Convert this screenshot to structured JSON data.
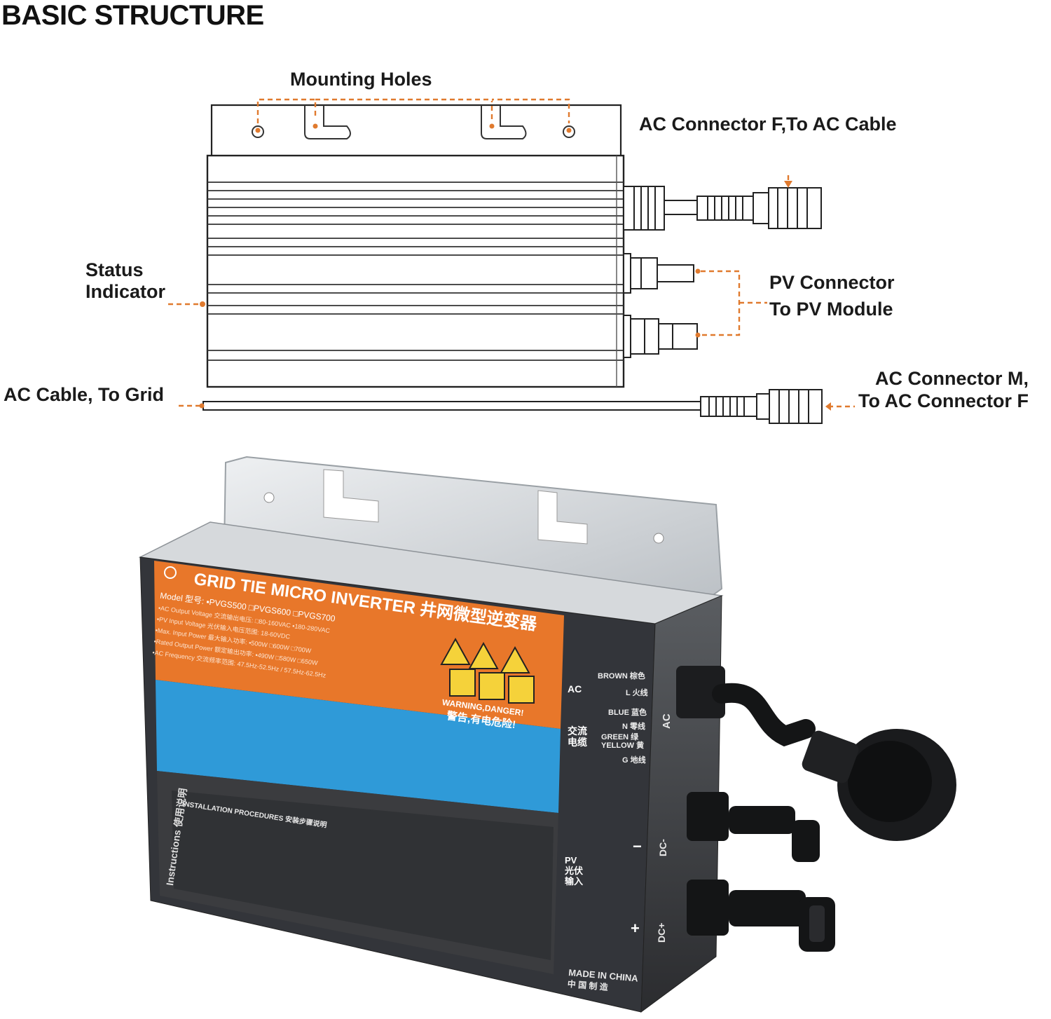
{
  "title": "BASIC STRUCTURE",
  "callouts": {
    "mounting_holes": "Mounting Holes",
    "ac_connector_f": "AC Connector  F,To AC Cable",
    "status_indicator": [
      "Status",
      "Indicator"
    ],
    "pv_connector": [
      "PV Connector",
      "To PV Module"
    ],
    "ac_cable": "AC Cable, To Grid",
    "ac_connector_m": [
      "AC Connector  M,",
      "To AC Connector  F"
    ]
  },
  "colors": {
    "leader_orange": "#e07a2e",
    "label_orange": "#e8772a",
    "label_blue": "#2f9ad8",
    "label_dark": "#3b3c3f",
    "housing_silver": "#c9cdd1"
  },
  "product_label": {
    "heading": "GRID TIE MICRO INVERTER 井网微型逆变器",
    "model_line": "Model 型号: ▪PVGS500 □PVGS600 □PVGS700",
    "spec_lines": [
      "•AC Output Voltage 交流输出电压: □80-160VAC ▪180-280VAC",
      "•PV Input Voltage 光伏输入电压范围: 18-60VDC",
      "•Max. Input Power 最大输入功率: ▪500W □600W □700W",
      "•Rated Output Power 额定输出功率: ▪490W □580W □650W",
      "•AC Frequency 交流频率范围: 47.5Hz-52.5Hz / 57.5Hz-62.5Hz"
    ],
    "warning": "WARNING,DANGER!",
    "warning_cn": "警告,有电危险!",
    "instructions_side": "Instructions 使用说明",
    "installation_heading": "INSTALLATION PROCEDURES 安装步骤说明",
    "made_in": "MADE IN CHINA",
    "made_in_cn": "中 国 制 造",
    "ac_label": "AC",
    "ac_cn": "交流 电缆",
    "wire_brown": "BROWN 棕色",
    "wire_l": "L 火线",
    "wire_blue": "BLUE 蓝色",
    "wire_n": "N 零线",
    "wire_green": "GREEN 绿 YELLOW 黄",
    "wire_g": "G 地线",
    "pv_label": "PV 光伏 输入",
    "dc_minus": "DC-",
    "dc_plus": "DC+",
    "minus": "−",
    "plus": "+",
    "ac_side": "AC"
  }
}
